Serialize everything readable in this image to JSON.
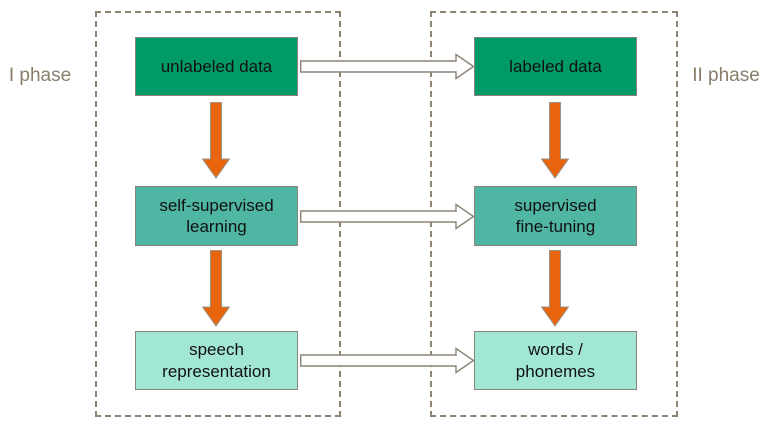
{
  "diagram": {
    "title_semantic": "two-phase self-supervised speech learning flow",
    "phases": [
      {
        "label": "I phase",
        "boxes": [
          {
            "text": "unlabeled data"
          },
          {
            "text": "self-supervised\nlearning"
          },
          {
            "text": "speech\nrepresentation"
          }
        ]
      },
      {
        "label": "II phase",
        "boxes": [
          {
            "text": "labeled data"
          },
          {
            "text": "supervised\nfine-tuning"
          },
          {
            "text": "words /\nphonemes"
          }
        ]
      }
    ],
    "colors": {
      "box_row1_green": "#009a69",
      "box_row2_teal": "#4eb6a2",
      "box_row3_mint": "#a2e7d6",
      "arrow_orange": "#e8650d",
      "box_outline": "#8b8378",
      "dashed_frame": "#8d8372",
      "phase_text": "#8a7e6a",
      "background": "#ffffff"
    }
  }
}
